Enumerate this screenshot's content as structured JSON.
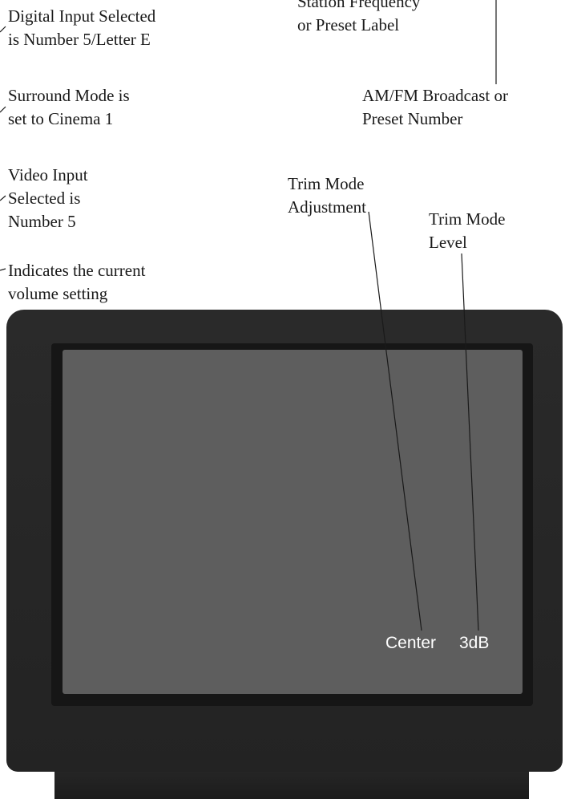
{
  "labels": {
    "digital_input": {
      "line1": "Digital Input Selected",
      "line2": "is Number 5/Letter E"
    },
    "station_frequency": {
      "line1": "Station Frequency",
      "line2": "or Preset Label"
    },
    "broadcast": {
      "line1": "AM/FM Broadcast or",
      "line2": "Preset Number"
    },
    "surround_mode": {
      "line1": "Surround Mode is",
      "line2": "set to Cinema 1"
    },
    "video_input": {
      "line1": "Video Input",
      "line2": "Selected is",
      "line3": "Number 5"
    },
    "volume": {
      "line1": "Indicates the current",
      "line2": "volume setting"
    },
    "trim_adjustment": {
      "line1": "Trim Mode",
      "line2": "Adjustment"
    },
    "trim_level": {
      "line1": "Trim Mode",
      "line2": "Level"
    }
  },
  "screen": {
    "trim_channel": "Center",
    "trim_value": "3dB"
  }
}
